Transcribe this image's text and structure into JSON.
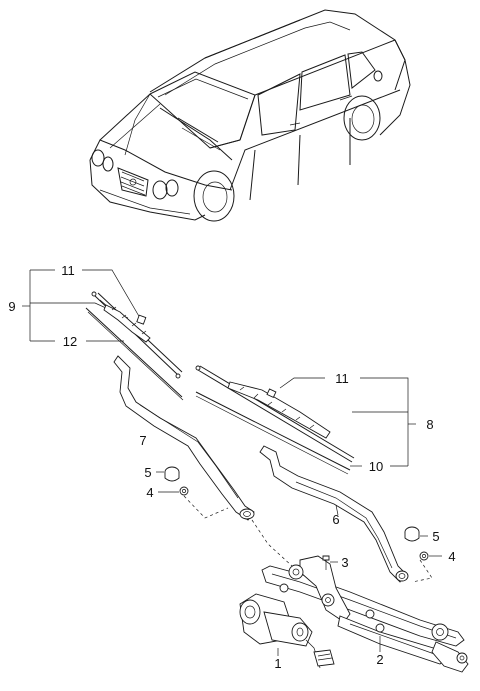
{
  "callouts": {
    "c1": "1",
    "c2": "2",
    "c3": "3",
    "c4_left": "4",
    "c4_right": "4",
    "c5_left": "5",
    "c5_right": "5",
    "c6": "6",
    "c7": "7",
    "c8": "8",
    "c9": "9",
    "c10": "10",
    "c11_left": "11",
    "c11_right": "11",
    "c12": "12"
  },
  "colors": {
    "line": "#1a1a1a",
    "background": "#ffffff"
  }
}
